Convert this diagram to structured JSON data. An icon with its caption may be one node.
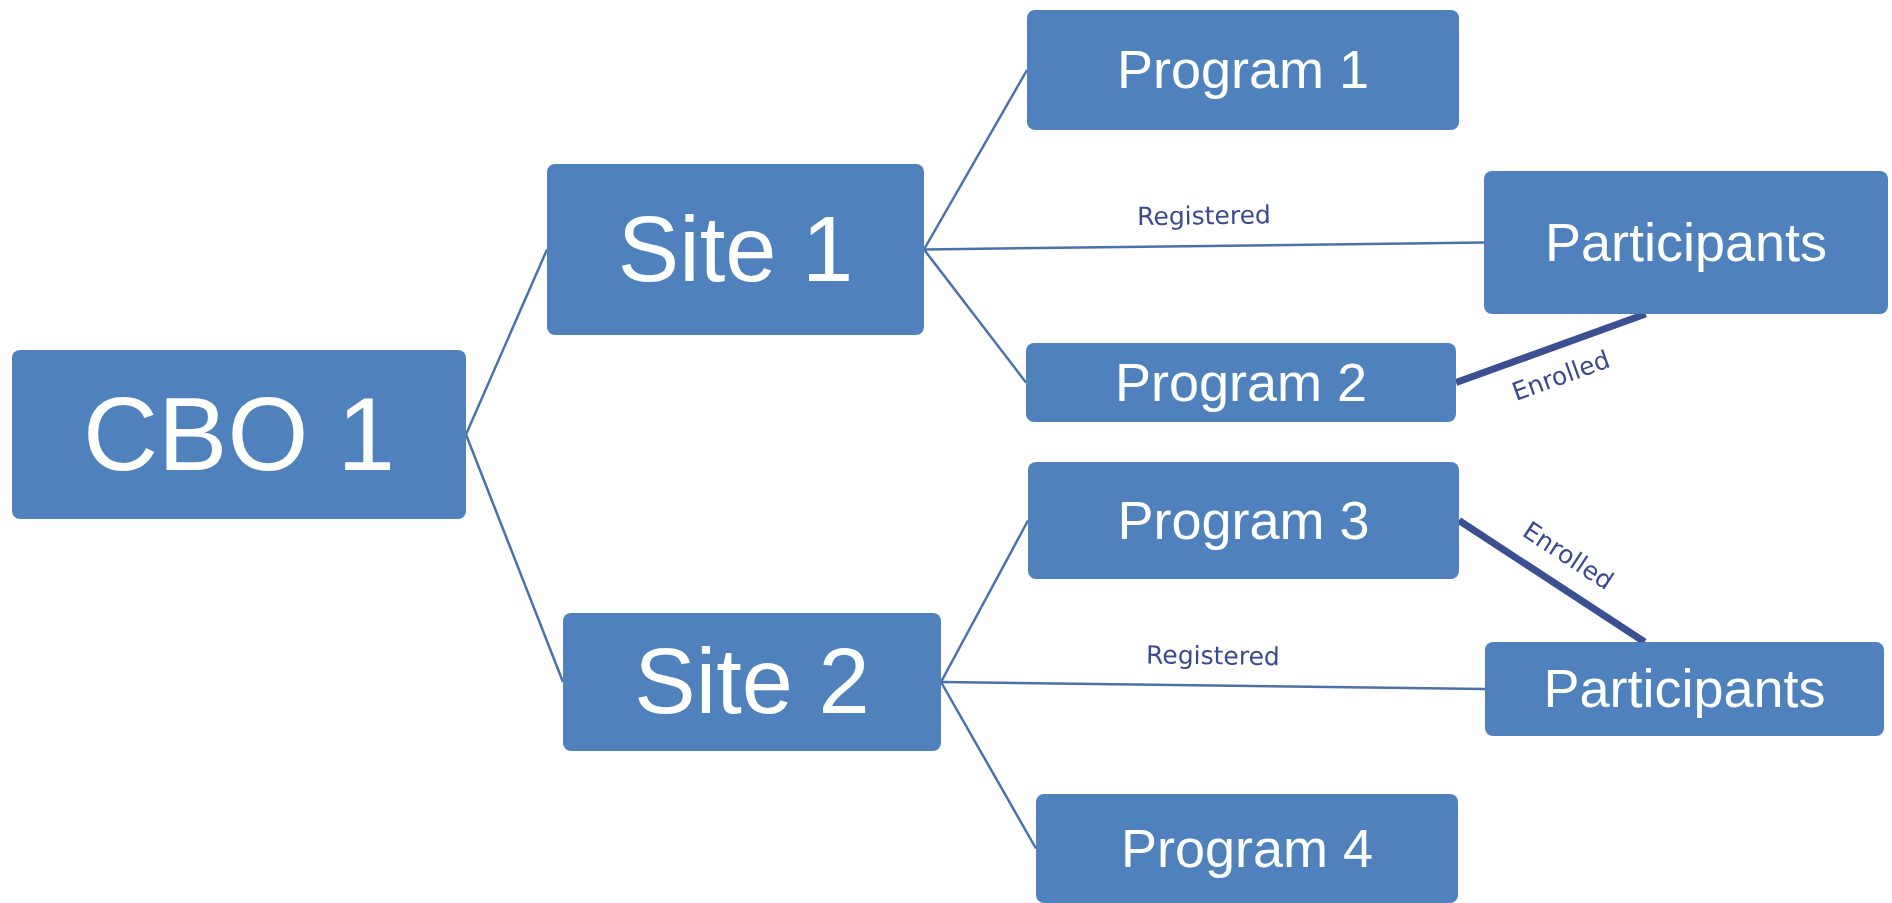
{
  "diagram": {
    "nodes": [
      {
        "text": [
          "CBO 1"
        ]
      },
      {
        "text": [
          "Site 1"
        ]
      },
      {
        "text": [
          "Program 1"
        ]
      },
      {
        "text": [
          "Participants"
        ]
      },
      {
        "text": [
          "Program 2"
        ]
      },
      {
        "text": [
          "Site 2"
        ]
      },
      {
        "text": [
          "Program 3"
        ]
      },
      {
        "text": [
          "Participants"
        ]
      },
      {
        "text": [
          "Program 4"
        ]
      }
    ],
    "edges": [
      {
        "from": 0,
        "to": 1,
        "arrow": "none"
      },
      {
        "from": 0,
        "to": 5,
        "arrow": "none"
      },
      {
        "from": 1,
        "to": 2,
        "arrow": "none"
      },
      {
        "from": 1,
        "to": 3,
        "arrow": "none",
        "label": "Registered"
      },
      {
        "from": 1,
        "to": 4,
        "arrow": "none"
      },
      {
        "from": 4,
        "to": 3,
        "arrow": "none",
        "label": "Enrolled",
        "style": "thick",
        "color": "#3b4f93"
      },
      {
        "from": 6,
        "to": 7,
        "arrow": "none",
        "label": "Enrolled",
        "style": "thick",
        "color": "#3b4f93"
      },
      {
        "from": 5,
        "to": 6,
        "arrow": "none"
      },
      {
        "from": 5,
        "to": 7,
        "arrow": "none",
        "label": "Registered"
      },
      {
        "from": 5,
        "to": 8,
        "arrow": "none"
      }
    ]
  }
}
